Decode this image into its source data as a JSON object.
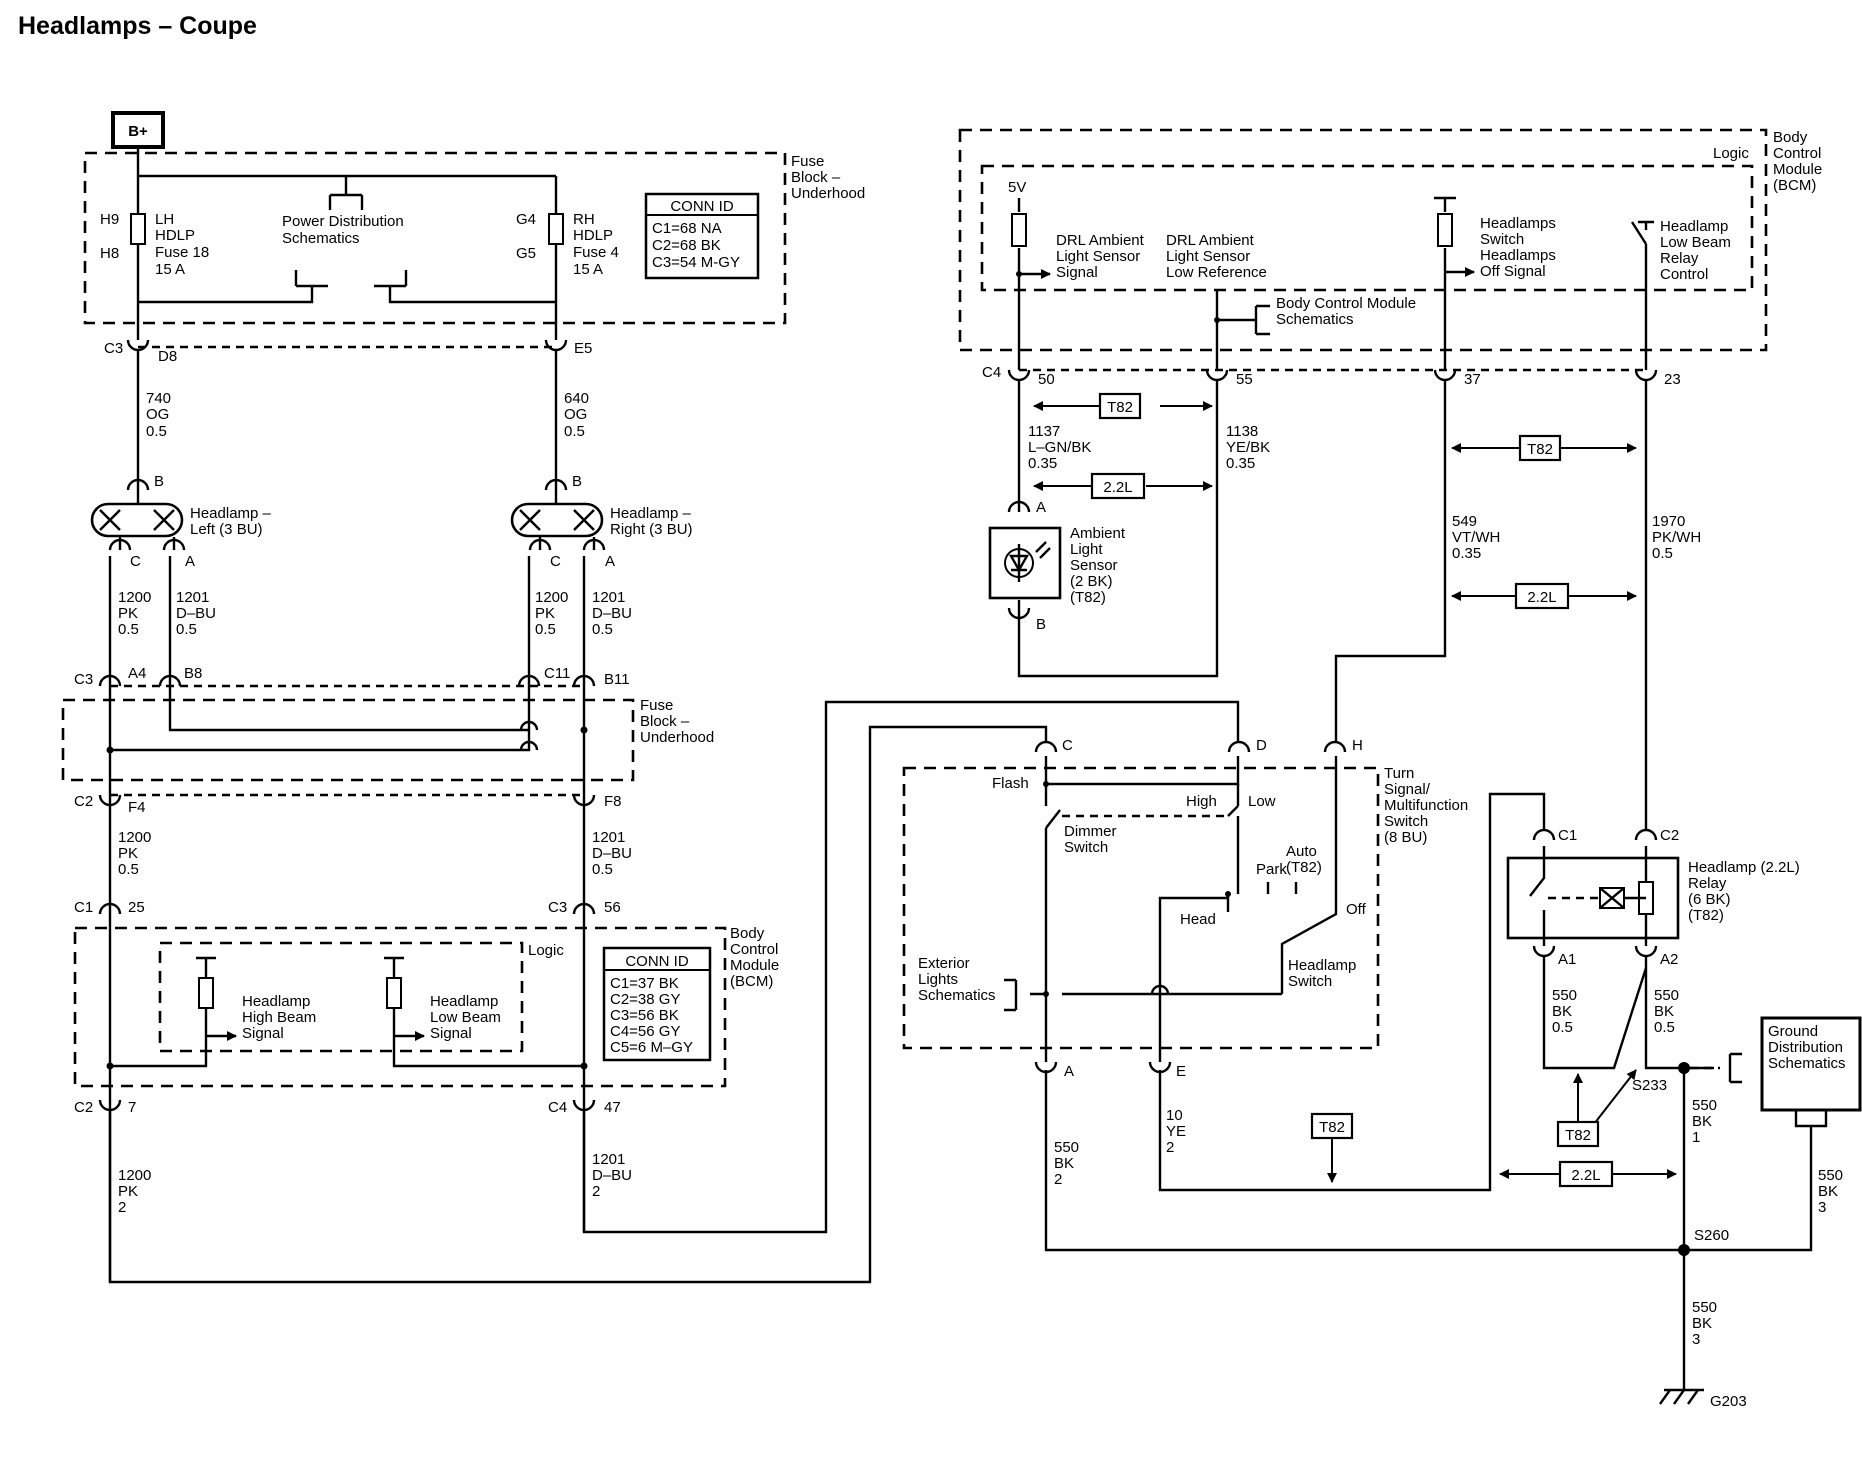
{
  "title": "Headlamps – Coupe",
  "power": {
    "label": "B+"
  },
  "fuse_block_top": {
    "label": [
      "Fuse",
      "Block –",
      "Underhood"
    ],
    "lh_fuse": {
      "pins": [
        "H9",
        "H8"
      ],
      "text": [
        "LH",
        "HDLP",
        "Fuse 18",
        "15 A"
      ]
    },
    "rh_fuse": {
      "pins": [
        "G4",
        "G5"
      ],
      "text": [
        "RH",
        "HDLP",
        "Fuse 4",
        "15 A"
      ]
    },
    "power_dist": [
      "Power Distribution",
      "Schematics"
    ],
    "conn_id": {
      "header": "CONN ID",
      "rows": [
        "C1=68 NA",
        "C2=68 BK",
        "C3=54 M-GY"
      ]
    },
    "connectors": {
      "c3": "C3",
      "d8": "D8",
      "e5": "E5"
    }
  },
  "wires_top": {
    "left": [
      "740",
      "OG",
      "0.5"
    ],
    "right": [
      "640",
      "OG",
      "0.5"
    ]
  },
  "headlamps": {
    "left": {
      "pin_b": "B",
      "pin_c": "C",
      "pin_a": "A",
      "label": [
        "Headlamp –",
        "Left (3 BU)"
      ]
    },
    "right": {
      "pin_b": "B",
      "pin_c": "C",
      "pin_a": "A",
      "label": [
        "Headlamp –",
        "Right (3 BU)"
      ]
    }
  },
  "wires_mid": {
    "l1200": [
      "1200",
      "PK",
      "0.5"
    ],
    "l1201": [
      "1201",
      "D–BU",
      "0.5"
    ],
    "r1200": [
      "1200",
      "PK",
      "0.5"
    ],
    "r1201": [
      "1201",
      "D–BU",
      "0.5"
    ]
  },
  "fuse_block_mid": {
    "label": [
      "Fuse",
      "Block –",
      "Underhood"
    ],
    "c3": "C3",
    "a4": "A4",
    "b8": "B8",
    "c11": "C11",
    "b11": "B11",
    "c2": "C2",
    "f4": "F4",
    "f8": "F8"
  },
  "wires_low": {
    "w1200": [
      "1200",
      "PK",
      "0.5"
    ],
    "w1201": [
      "1201",
      "D–BU",
      "0.5"
    ]
  },
  "bcm_left": {
    "label": [
      "Body",
      "Control",
      "Module",
      "(BCM)"
    ],
    "logic": "Logic",
    "c1": "C1",
    "p25": "25",
    "c3": "C3",
    "p56": "56",
    "c2": "C2",
    "p7": "7",
    "c4": "C4",
    "p47": "47",
    "high_beam": [
      "Headlamp",
      "High Beam",
      "Signal"
    ],
    "low_beam": [
      "Headlamp",
      "Low Beam",
      "Signal"
    ],
    "conn_id": {
      "header": "CONN ID",
      "rows": [
        "C1=37 BK",
        "C2=38 GY",
        "C3=56 BK",
        "C4=56 GY",
        "C5=6 M–GY"
      ]
    }
  },
  "wires_bottom": {
    "w1200": [
      "1200",
      "PK",
      "2"
    ],
    "w1201": [
      "1201",
      "D–BU",
      "2"
    ]
  },
  "bcm_right": {
    "label": [
      "Body",
      "Control",
      "Module",
      "(BCM)"
    ],
    "logic": "Logic",
    "v5": "5V",
    "drl_signal": [
      "DRL Ambient",
      "Light Sensor",
      "Signal"
    ],
    "drl_lowref": [
      "DRL Ambient",
      "Light Sensor",
      "Low Reference"
    ],
    "hl_switch": [
      "Headlamps",
      "Switch",
      "Headlamps",
      "Off Signal"
    ],
    "hl_relay": [
      "Headlamp",
      "Low Beam",
      "Relay",
      "Control"
    ],
    "bcm_schem": [
      "Body Control Module",
      "Schematics"
    ],
    "c4": "C4",
    "p50": "50",
    "p55": "55",
    "p37": "37",
    "p23": "23"
  },
  "sensor": {
    "w1137": [
      "1137",
      "L–GN/BK",
      "0.35"
    ],
    "w1138": [
      "1138",
      "YE/BK",
      "0.35"
    ],
    "pin_a": "A",
    "pin_b": "B",
    "label": [
      "Ambient",
      "Light",
      "Sensor",
      "(2 BK)",
      "(T82)"
    ]
  },
  "tags": {
    "t82": "T82",
    "l22": "2.2L"
  },
  "right_wires": {
    "w549": [
      "549",
      "VT/WH",
      "0.35"
    ],
    "w1970": [
      "1970",
      "PK/WH",
      "0.5"
    ]
  },
  "switch": {
    "label": [
      "Turn",
      "Signal/",
      "Multifunction",
      "Switch",
      "(8 BU)"
    ],
    "pins": {
      "c": "C",
      "d": "D",
      "h": "H",
      "a": "A",
      "e": "E"
    },
    "flash": "Flash",
    "high": "High",
    "low": "Low",
    "dimmer": [
      "Dimmer",
      "Switch"
    ],
    "park": "Park",
    "auto": [
      "Auto",
      "(T82)"
    ],
    "head": "Head",
    "off": "Off",
    "hl_switch": [
      "Headlamp",
      "Switch"
    ],
    "ext_lights": [
      "Exterior",
      "Lights",
      "Schematics"
    ]
  },
  "relay": {
    "c1": "C1",
    "c2": "C2",
    "a1": "A1",
    "a2": "A2",
    "label": [
      "Headlamp (2.2L)",
      "Relay",
      "(6 BK)",
      "(T82)"
    ]
  },
  "ground": {
    "w550_a1": [
      "550",
      "BK",
      "0.5"
    ],
    "w550_a2": [
      "550",
      "BK",
      "0.5"
    ],
    "w550_1": [
      "550",
      "BK",
      "1"
    ],
    "w550_3a": [
      "550",
      "BK",
      "3"
    ],
    "w550_3b": [
      "550",
      "BK",
      "3"
    ],
    "w550_sw": [
      "550",
      "BK",
      "2"
    ],
    "w10": [
      "10",
      "YE",
      "2"
    ],
    "s233": "S233",
    "s260": "S260",
    "g203": "G203",
    "gnd_schem": [
      "Ground",
      "Distribution",
      "Schematics"
    ]
  }
}
